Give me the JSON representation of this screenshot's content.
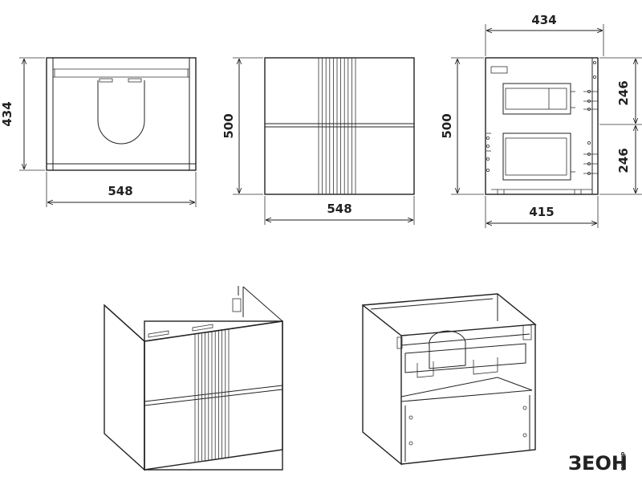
{
  "views": {
    "top_view": {
      "width_label": "548",
      "depth_label": "434"
    },
    "front_view": {
      "height_label": "500",
      "width_label": "548"
    },
    "side_view": {
      "depth_label": "434",
      "inner_depth_label": "415",
      "height_label": "500",
      "drawer_top_label": "246",
      "drawer_bottom_label": "246"
    }
  },
  "brand": {
    "logo_text": "ЗЕОН",
    "logo_subtext": "group"
  }
}
